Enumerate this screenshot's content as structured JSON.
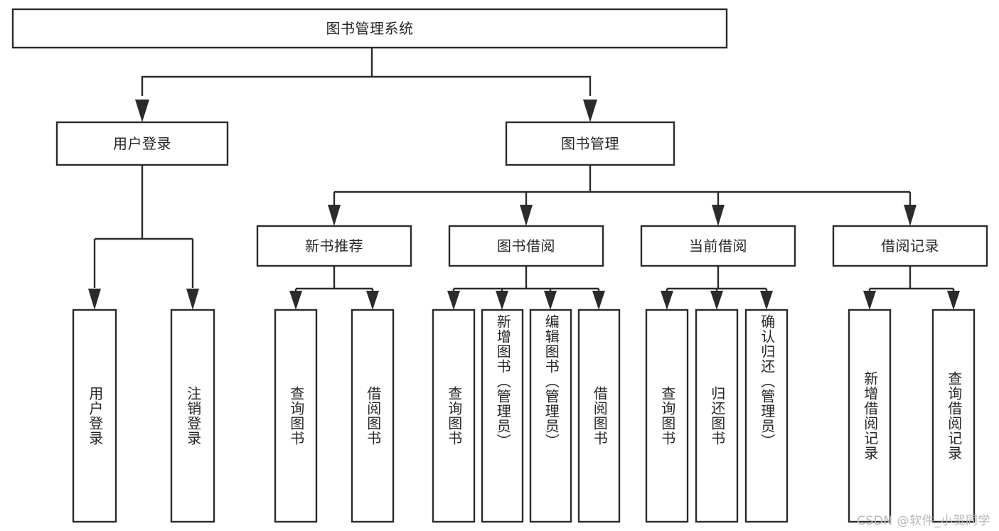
{
  "diagram": {
    "title": "图书管理系统",
    "type": "tree-hierarchy-chart",
    "root": {
      "label": "图书管理系统"
    },
    "level2": [
      {
        "label": "用户登录"
      },
      {
        "label": "图书管理"
      }
    ],
    "level3": [
      {
        "label": "新书推荐"
      },
      {
        "label": "图书借阅"
      },
      {
        "label": "当前借阅"
      },
      {
        "label": "借阅记录"
      }
    ],
    "leaves": {
      "user_login": [
        {
          "label": "用户登录"
        },
        {
          "label": "注销登录"
        }
      ],
      "new_book_recommend": [
        {
          "label": "查询图书"
        },
        {
          "label": "借阅图书"
        }
      ],
      "book_borrow": [
        {
          "label": "查询图书"
        },
        {
          "label": "新增图书（管理员）"
        },
        {
          "label": "编辑图书（管理员）"
        },
        {
          "label": "借阅图书"
        }
      ],
      "current_borrow": [
        {
          "label": "查询图书"
        },
        {
          "label": "归还图书"
        },
        {
          "label": "确认归还（管理员）"
        }
      ],
      "borrow_record": [
        {
          "label": "新增借阅记录"
        },
        {
          "label": "查询借阅记录"
        }
      ]
    }
  },
  "watermark": {
    "text": "CSDN @软件_小贺同学"
  },
  "colors": {
    "stroke": "#2b2b2b",
    "box_fill": "#ffffff",
    "text": "#262626",
    "watermark": "#b9b9b9",
    "background": "#ffffff"
  }
}
